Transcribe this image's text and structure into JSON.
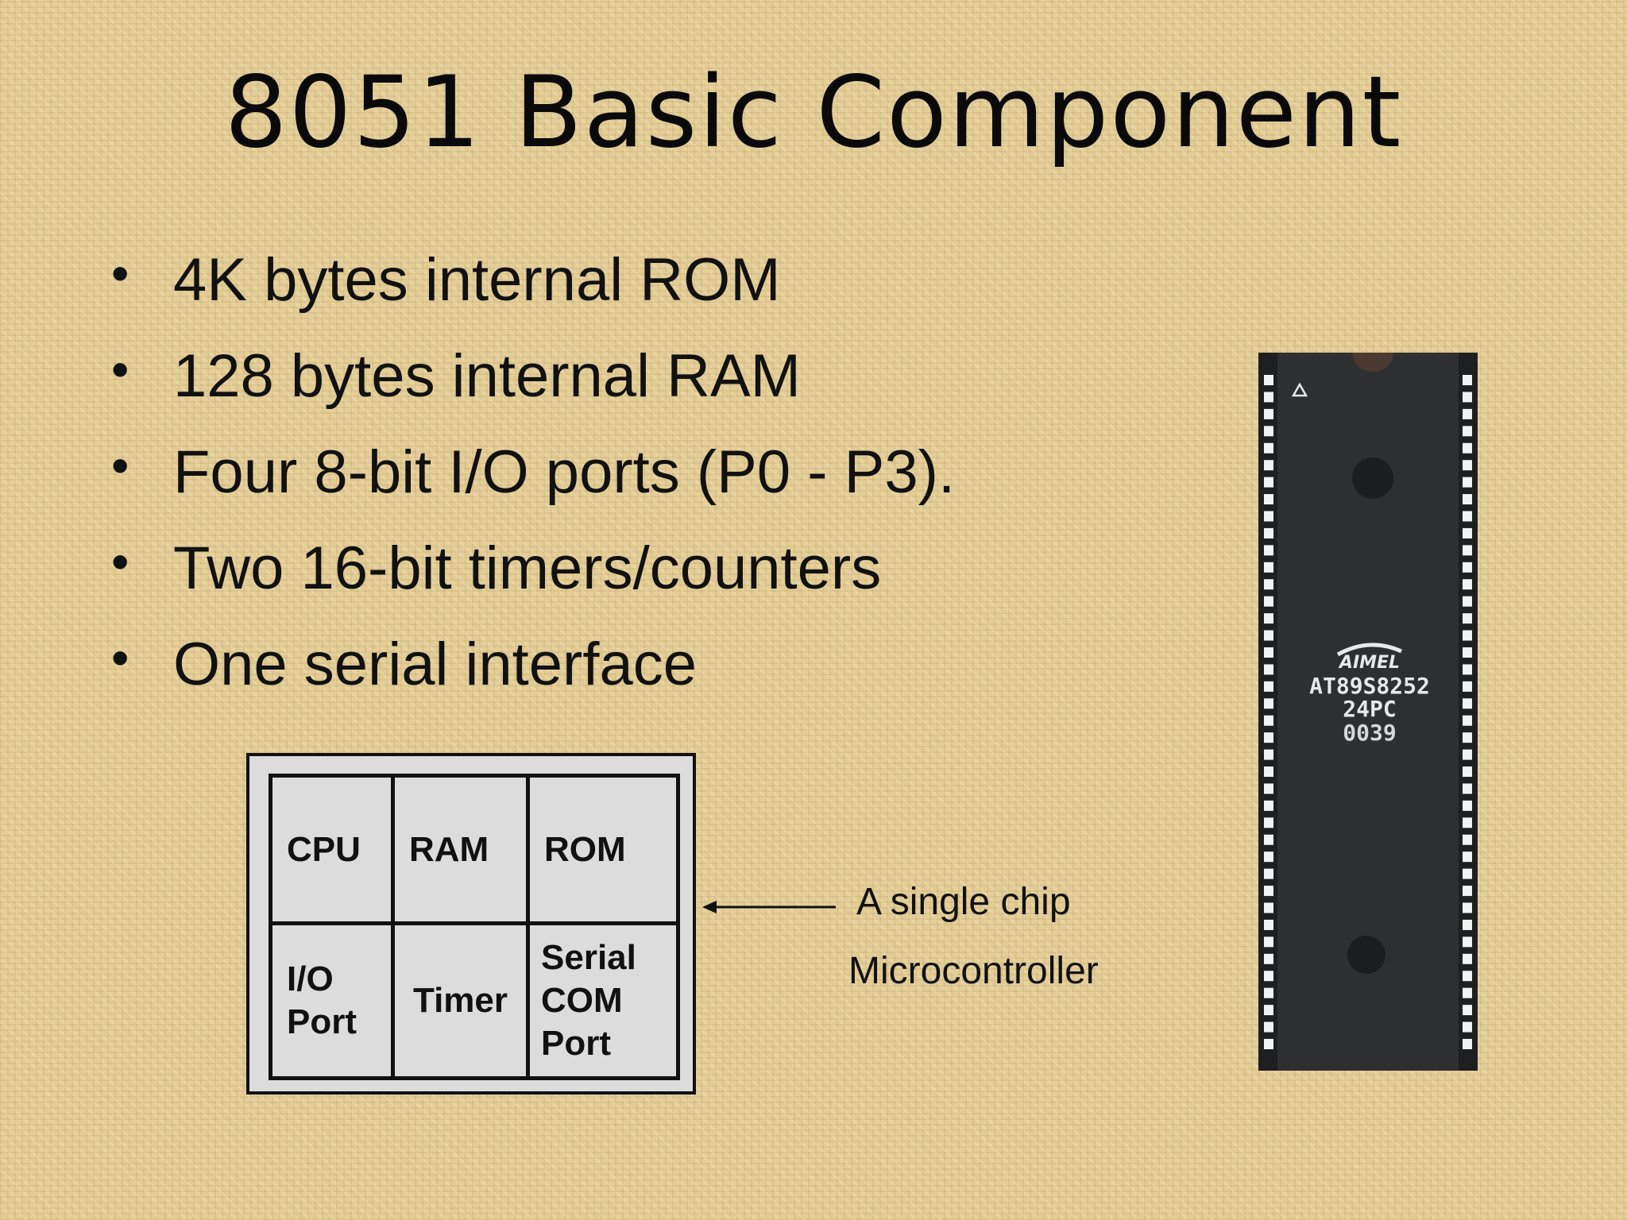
{
  "slide": {
    "title": "8051 Basic Component",
    "bullets": [
      "4K bytes internal ROM",
      "128 bytes internal RAM",
      "Four 8-bit I/O ports (P0 - P3).",
      "Two 16-bit timers/counters",
      "One serial interface"
    ]
  },
  "diagram": {
    "cells": {
      "cpu": "CPU",
      "ram": "RAM",
      "rom": "ROM",
      "io_line1": "I/O",
      "io_line2": "Port",
      "timer": "Timer",
      "serial_line1": "Serial",
      "serial_line2": "COM",
      "serial_line3": "Port"
    },
    "caption_line1": "A single chip",
    "caption_line2": "Microcontroller"
  },
  "chip": {
    "brand": "AIMEL",
    "part_number": "AT89S8252",
    "package": "24PC",
    "date_code": "0039"
  },
  "colors": {
    "background": "#e6cf97",
    "text": "#111111",
    "diagram_fill": "#dcdcdc",
    "chip_body": "#2e2f31"
  }
}
